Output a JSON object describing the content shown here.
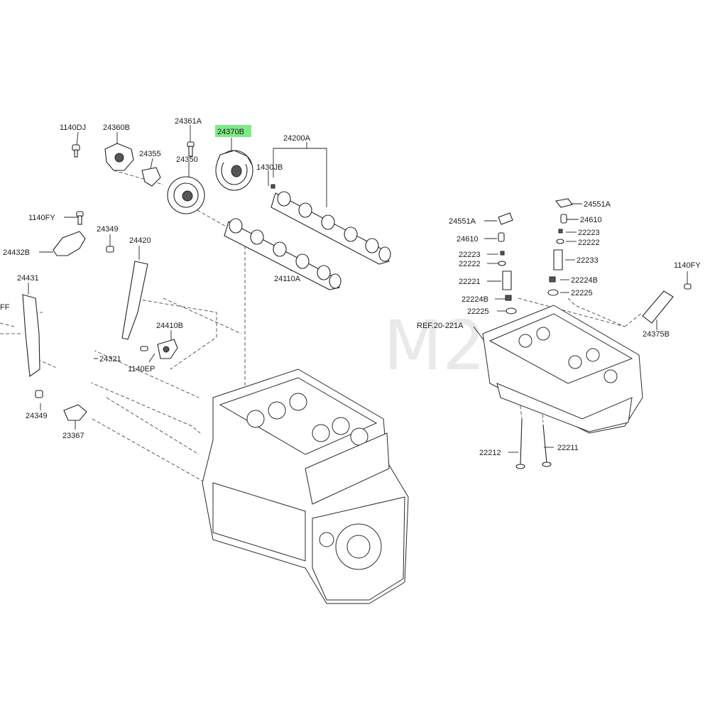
{
  "watermark": "M2",
  "highlight_color": "#7dea85",
  "labels": {
    "p1140DJ": "1140DJ",
    "p24360B": "24360B",
    "p24361A": "24361A",
    "p24370B": "24370B",
    "p24200A": "24200A",
    "p24355": "24355",
    "p24350": "24350",
    "p1430JB": "1430JB",
    "p1140FY_left": "1140FY",
    "p24349_top": "24349",
    "p24420": "24420",
    "p24432B": "24432B",
    "p24431": "24431",
    "p24110A": "24110A",
    "pFF": "FF",
    "p24410B": "24410B",
    "p24321": "24321",
    "p1140EP": "1140EP",
    "p24349_bot": "24349",
    "p23367": "23367",
    "p24551A_r": "24551A",
    "p24551A_l": "24551A",
    "p24610_r": "24610",
    "p24610_l": "24610",
    "p22223_r": "22223",
    "p22222_r": "22222",
    "p22223_l": "22223",
    "p22222_l": "22222",
    "p22233": "22233",
    "p22221": "22221",
    "p22224B_r": "22224B",
    "p22225_r": "22225",
    "p22224B_l": "22224B",
    "p22225_l": "22225",
    "p1140FY_right": "1140FY",
    "pREF": "REF.20-221A",
    "p24375B": "24375B",
    "p22212": "22212",
    "p22211": "22211"
  }
}
